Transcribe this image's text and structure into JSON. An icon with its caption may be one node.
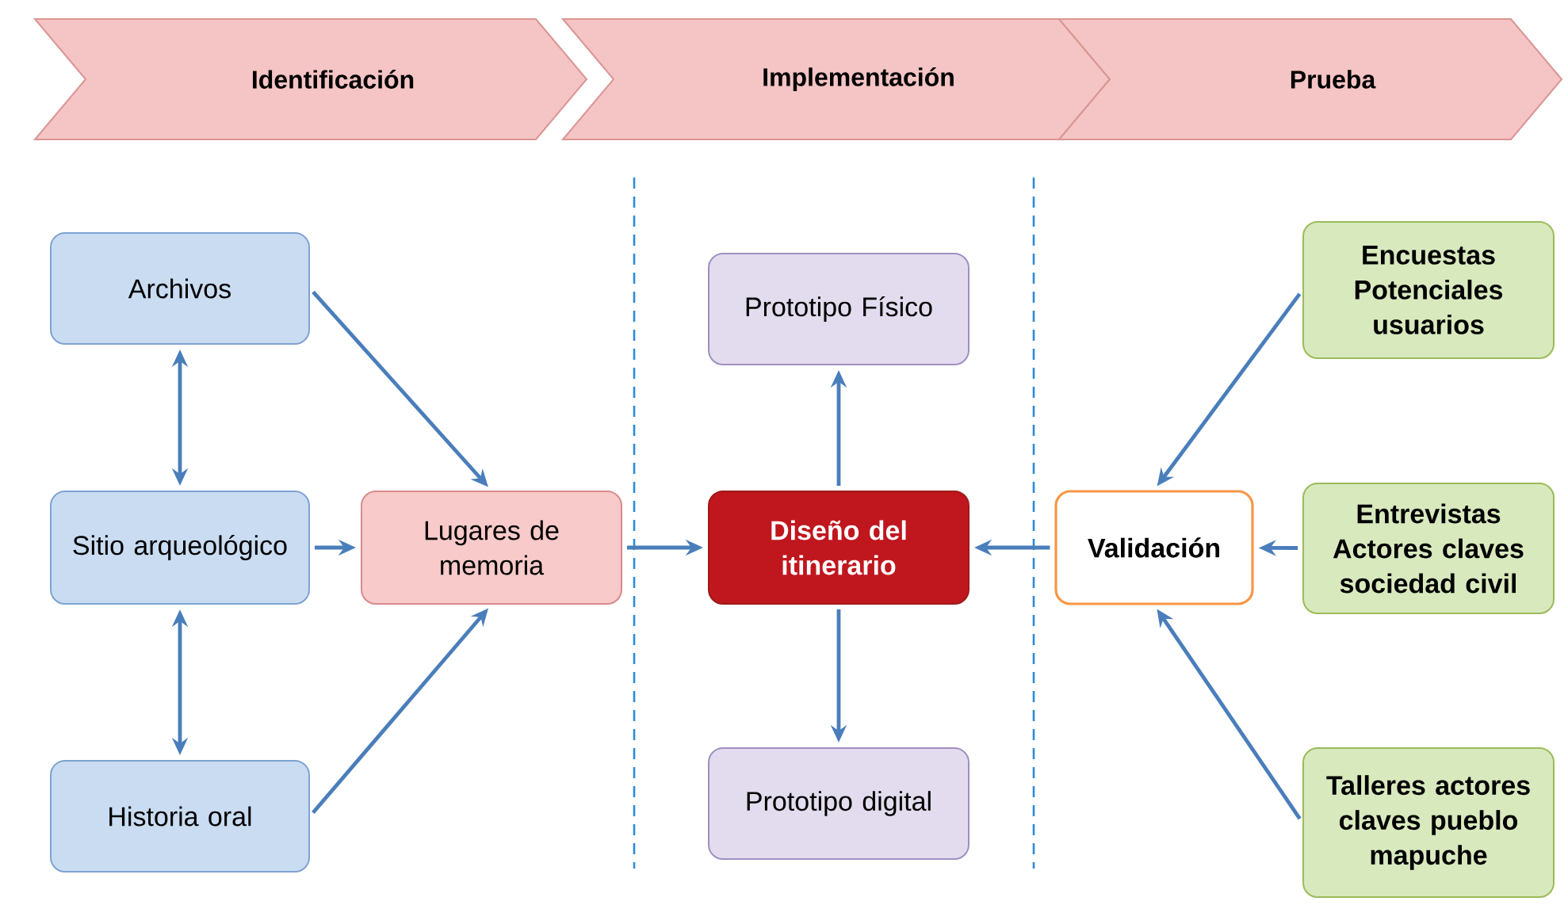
{
  "diagram": {
    "nodes": [
      {
        "text": [
          "Identificación"
        ]
      },
      {
        "text": [
          "Implementación"
        ]
      },
      {
        "text": [
          "Prueba"
        ]
      },
      {
        "text": [
          "Archivos"
        ]
      },
      {
        "text": [
          "Sitio arqueológico"
        ]
      },
      {
        "text": [
          "Historia oral"
        ]
      },
      {
        "text": [
          "Lugares de memoria"
        ]
      },
      {
        "text": [
          "Prototipo Físico"
        ]
      },
      {
        "text": [
          "Diseño del itinerario"
        ]
      },
      {
        "text": [
          "Prototipo digital"
        ]
      },
      {
        "text": [
          "Validación"
        ]
      },
      {
        "text": [
          "Encuestas Potenciales usuarios"
        ]
      },
      {
        "text": [
          "Entrevistas Actores claves sociedad civil"
        ]
      },
      {
        "text": [
          "Talleres actores claves pueblo mapuche"
        ]
      }
    ],
    "edges": [
      {
        "from": 3,
        "to": 4,
        "arrow": "both"
      },
      {
        "from": 4,
        "to": 5,
        "arrow": "both"
      },
      {
        "from": 3,
        "to": 6,
        "arrow": "to"
      },
      {
        "from": 4,
        "to": 6,
        "arrow": "to"
      },
      {
        "from": 5,
        "to": 6,
        "arrow": "to"
      },
      {
        "from": 6,
        "to": 8,
        "arrow": "to"
      },
      {
        "from": 8,
        "to": 7,
        "arrow": "to"
      },
      {
        "from": 8,
        "to": 9,
        "arrow": "to"
      },
      {
        "from": 10,
        "to": 8,
        "arrow": "to"
      },
      {
        "from": 11,
        "to": 10,
        "arrow": "to"
      },
      {
        "from": 12,
        "to": 10,
        "arrow": "to"
      },
      {
        "from": 13,
        "to": 10,
        "arrow": "to"
      }
    ]
  }
}
